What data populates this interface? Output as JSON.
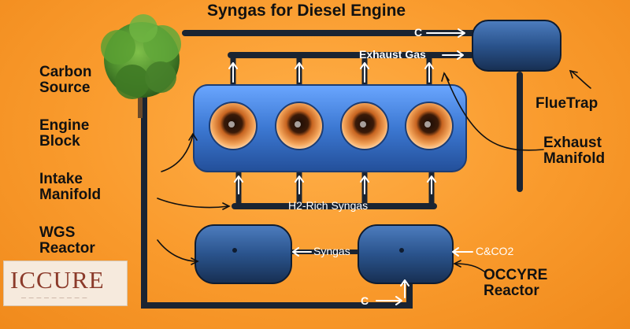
{
  "title": "Syngas for Diesel Engine",
  "labels": {
    "carbon_source": [
      "Carbon",
      "Source"
    ],
    "engine_block": [
      "Engine",
      "Block"
    ],
    "intake_manifold": [
      "Intake",
      "Manifold"
    ],
    "wgs_reactor": [
      "WGS",
      "Reactor"
    ],
    "flue_trap": "FlueTrap",
    "exhaust_manifold": [
      "Exhaust",
      "Manifold"
    ],
    "occyre_reactor": [
      "OCCYRE",
      "Reactor"
    ]
  },
  "flow_labels": {
    "carbon_top": "C",
    "exhaust_gas": "Exhaust Gas",
    "h2_rich_syngas": "H2-Rich Syngas",
    "syngas": "Syngas",
    "c_and_co2": "C&CO2",
    "carbon_bottom": "C"
  },
  "logo": {
    "text": "ICCURE"
  },
  "colors": {
    "background": "#f99a2c",
    "pipe": "#1a2432",
    "engine_block": "#3f7bd0",
    "reactor": "#2a4f82",
    "cylinder_eye": "#c05a1c",
    "tree": "#4a8a2a",
    "logo_text": "#8b3a2a"
  },
  "icons": [
    "tree-icon",
    "arrow-up-icon",
    "arrow-right-icon",
    "arrow-left-icon"
  ]
}
